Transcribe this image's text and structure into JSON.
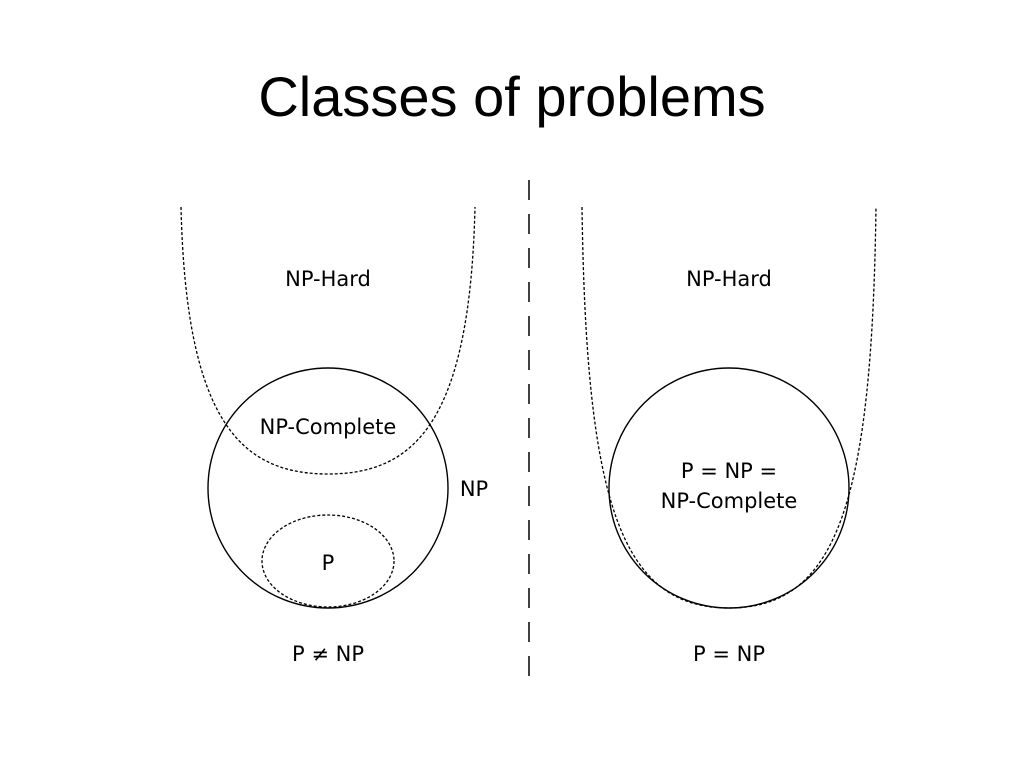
{
  "title": "Classes of problems",
  "left_diagram": {
    "np_hard_label": "NP-Hard",
    "np_complete_label": "NP-Complete",
    "np_label": "NP",
    "p_label": "P",
    "caption": "P ≠ NP"
  },
  "right_diagram": {
    "np_hard_label": "NP-Hard",
    "merged_label_line1": "P = NP =",
    "merged_label_line2": "NP-Complete",
    "caption": "P = NP"
  },
  "colors": {
    "background": "#ffffff",
    "stroke": "#000000"
  }
}
